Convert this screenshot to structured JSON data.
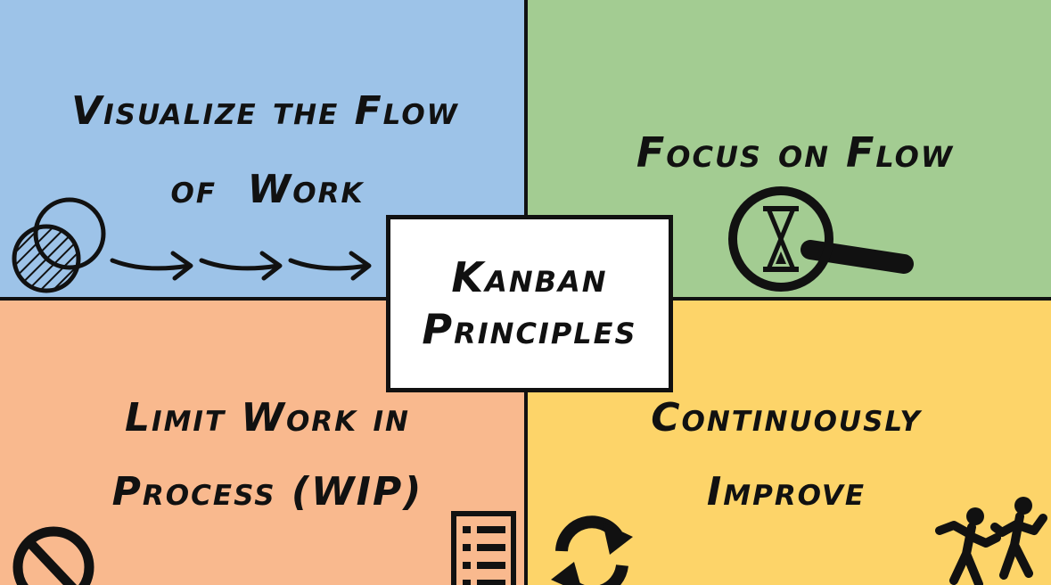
{
  "colors": {
    "visualize": "#9dc3e8",
    "focus": "#a3cc92",
    "limit": "#f9b98e",
    "improve": "#fdd469",
    "center": "#ffffff",
    "ink": "#111111"
  },
  "center": {
    "line1": "Kanban",
    "line2": "Principles"
  },
  "quadrants": {
    "visualize": {
      "line1": "Visualize the Flow",
      "line2": "of  Work",
      "icons": [
        "overlapping-circles-icon",
        "arrow-right-icon",
        "arrow-right-icon",
        "arrow-right-icon"
      ]
    },
    "focus": {
      "line1": "Focus on Flow",
      "icons": [
        "magnifier-hourglass-icon"
      ]
    },
    "limit": {
      "line1": "Limit Work in",
      "line2": "Process (WIP)",
      "icons": [
        "no-sign-icon",
        "checklist-icon"
      ]
    },
    "improve": {
      "line1": "Continuously",
      "line2": "Improve",
      "icons": [
        "refresh-icon",
        "running-people-icon"
      ]
    }
  }
}
